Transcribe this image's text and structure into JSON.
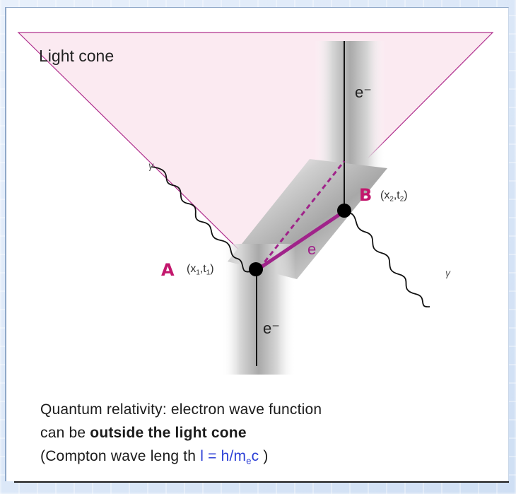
{
  "labels": {
    "light_cone": "Light cone",
    "electron_top": "e⁻",
    "electron_bottom": "e⁻",
    "electron_path": "e",
    "photon_left": "γ",
    "photon_right": "γ",
    "point_a": "A",
    "point_b": "B"
  },
  "coords": {
    "a": {
      "open": "(x",
      "x_sub": "1",
      "sep": ",t",
      "t_sub": "1",
      "close": ")"
    },
    "b": {
      "open": "(x",
      "x_sub": "2",
      "sep": ",t",
      "t_sub": "2",
      "close": ")"
    }
  },
  "caption": {
    "line1": "Quantum relativity: electron wave function",
    "line2_prefix": "can be ",
    "line2_bold": "outside the light cone",
    "line3_prefix": "(Compton wave leng th ",
    "line3_formula": "l = h/m",
    "line3_sub": "e",
    "line3_formula_tail": "c",
    "line3_suffix": " )"
  },
  "colors": {
    "cone_fill": "#fbeaf1",
    "cone_edge": "#b0308e",
    "electron_path": "#a0238a",
    "point_label": "#c3176d",
    "formula": "#2c3fd6"
  }
}
